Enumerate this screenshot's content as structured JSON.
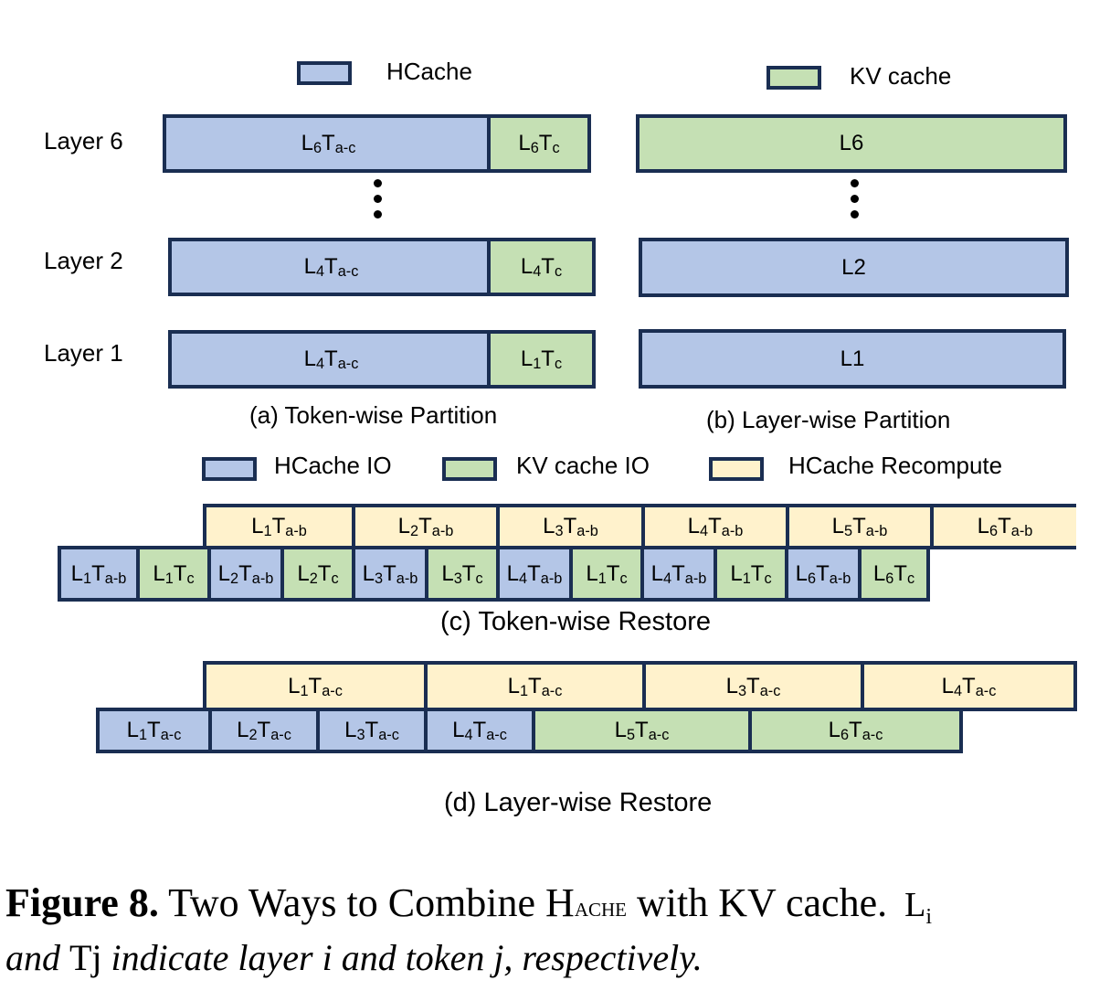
{
  "legend_top": {
    "hcache": {
      "label": "HCache",
      "color": "#b4c6e7"
    },
    "kv_cache": {
      "label": "KV cache",
      "color": "#c5e0b4"
    }
  },
  "panel_a": {
    "caption": "(a) Token-wise Partition",
    "rows": [
      {
        "layer_label": "Layer 6",
        "hcache": {
          "L": "6",
          "T": "a-c"
        },
        "kv": {
          "L": "6",
          "T": "c"
        }
      },
      {
        "layer_label": "Layer 2",
        "hcache": {
          "L": "4",
          "T": "a-c"
        },
        "kv": {
          "L": "4",
          "T": "c"
        }
      },
      {
        "layer_label": "Layer 1",
        "hcache": {
          "L": "4",
          "T": "a-c"
        },
        "kv": {
          "L": "1",
          "T": "c"
        }
      }
    ]
  },
  "panel_b": {
    "caption": "(b) Layer-wise Partition",
    "rows": [
      {
        "label": "L6",
        "type": "kv"
      },
      {
        "label": "L2",
        "type": "hcache"
      },
      {
        "label": "L1",
        "type": "hcache"
      }
    ]
  },
  "legend_bottom": {
    "hcache_io": {
      "label": "HCache IO",
      "color": "#b4c6e7"
    },
    "kv_io": {
      "label": "KV cache IO",
      "color": "#c5e0b4"
    },
    "recompute": {
      "label": "HCache Recompute",
      "color": "#fff2cc"
    }
  },
  "panel_c": {
    "caption": "(c) Token-wise Restore",
    "recompute_row": [
      {
        "L": "1",
        "T": "a-b"
      },
      {
        "L": "2",
        "T": "a-b"
      },
      {
        "L": "3",
        "T": "a-b"
      },
      {
        "L": "4",
        "T": "a-b"
      },
      {
        "L": "5",
        "T": "a-b"
      },
      {
        "L": "6",
        "T": "a-b"
      }
    ],
    "io_row": [
      {
        "L": "1",
        "T": "a-b",
        "type": "hcache"
      },
      {
        "L": "1",
        "T": "c",
        "type": "kv"
      },
      {
        "L": "2",
        "T": "a-b",
        "type": "hcache"
      },
      {
        "L": "2",
        "T": "c",
        "type": "kv"
      },
      {
        "L": "3",
        "T": "a-b",
        "type": "hcache"
      },
      {
        "L": "3",
        "T": "c",
        "type": "kv"
      },
      {
        "L": "4",
        "T": "a-b",
        "type": "hcache"
      },
      {
        "L": "1",
        "T": "c",
        "type": "kv"
      },
      {
        "L": "4",
        "T": "a-b",
        "type": "hcache"
      },
      {
        "L": "1",
        "T": "c",
        "type": "kv"
      },
      {
        "L": "6",
        "T": "a-b",
        "type": "hcache"
      },
      {
        "L": "6",
        "T": "c",
        "type": "kv"
      }
    ]
  },
  "panel_d": {
    "caption": "(d) Layer-wise Restore",
    "recompute_row": [
      {
        "L": "1",
        "T": "a-c"
      },
      {
        "L": "1",
        "T": "a-c"
      },
      {
        "L": "3",
        "T": "a-c"
      },
      {
        "L": "4",
        "T": "a-c"
      }
    ],
    "io_row": [
      {
        "L": "1",
        "T": "a-c",
        "type": "hcache"
      },
      {
        "L": "2",
        "T": "a-c",
        "type": "hcache"
      },
      {
        "L": "3",
        "T": "a-c",
        "type": "hcache"
      },
      {
        "L": "4",
        "T": "a-c",
        "type": "hcache"
      },
      {
        "L": "5",
        "T": "a-c",
        "type": "kv"
      },
      {
        "L": "6",
        "T": "a-c",
        "type": "kv"
      }
    ]
  },
  "figure_caption": {
    "bold": "Figure 8.",
    "text_1": "Two Ways to Combine H",
    "smallcaps": "ache",
    "text_2": "with KV cache.",
    "li_L": "L",
    "li_sub": "i",
    "line2_and": "and",
    "line2_tj": "Tj",
    "line2_rest": "indicate layer i and token j, respectively."
  }
}
